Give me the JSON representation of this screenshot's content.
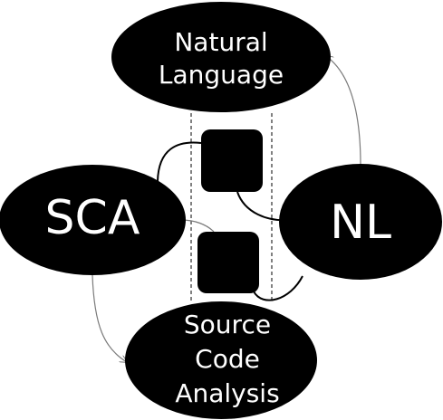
{
  "nodes": {
    "natural_language": {
      "lines": [
        "Natural",
        "Language"
      ]
    },
    "sca": {
      "label": "SCA"
    },
    "nl": {
      "label": "NL"
    },
    "source_code_analysis": {
      "lines": [
        "Source",
        "Code",
        "Analysis"
      ]
    }
  },
  "colors": {
    "node_fill": "#000000",
    "node_text": "#ffffff",
    "arrow": "#7a7a7a",
    "background": "#ffffff"
  }
}
